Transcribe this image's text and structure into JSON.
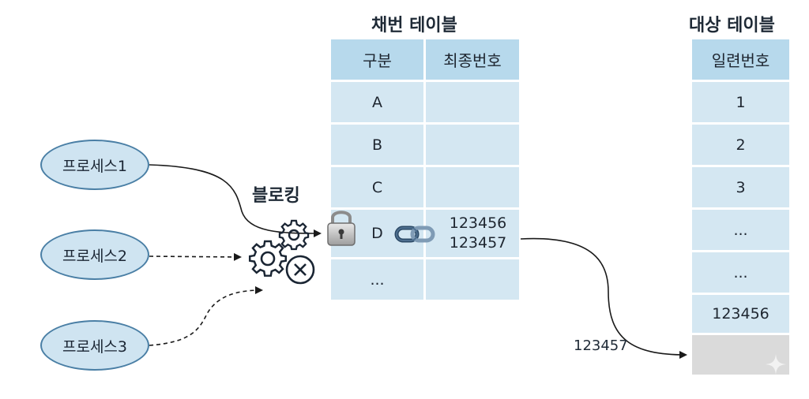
{
  "numbering_table": {
    "title": "채번 테이블",
    "headers": [
      "구분",
      "최종번호"
    ],
    "rows": [
      {
        "category": "A",
        "last_number": ""
      },
      {
        "category": "B",
        "last_number": ""
      },
      {
        "category": "C",
        "last_number": ""
      },
      {
        "category": "D",
        "last_number": "123456\n123457"
      },
      {
        "category": "...",
        "last_number": ""
      }
    ]
  },
  "target_table": {
    "title": "대상 테이블",
    "header": "일련번호",
    "rows": [
      "1",
      "2",
      "3",
      "...",
      "...",
      "123456",
      ""
    ]
  },
  "processes": [
    "프로세스1",
    "프로세스2",
    "프로세스3"
  ],
  "blocking_label": "블로킹",
  "arrow_label": "123457",
  "icons": [
    "lock-icon",
    "chain-link-icon",
    "gear-icon",
    "gear-blocked-icon"
  ],
  "colors": {
    "header_bg": "#b7d9ec",
    "row_bg": "#d4e7f2",
    "process_bg": "#cfe4f1",
    "process_border": "#4a7fa5",
    "empty_row_bg": "#dadada"
  }
}
